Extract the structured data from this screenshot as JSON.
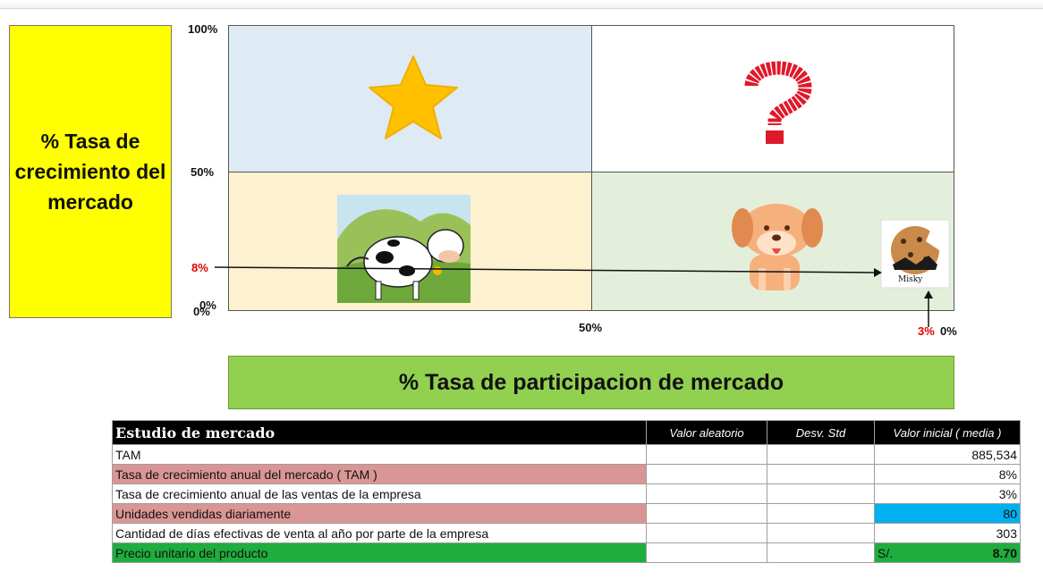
{
  "matrix": {
    "y_axis_title": "% Tasa de crecimiento del mercado",
    "x_axis_title": "% Tasa de participacion de mercado",
    "y_labels": {
      "top": "100%",
      "mid": "50%",
      "bottom": "0%",
      "bottom_overlap": "0%"
    },
    "x_labels": {
      "mid": "50%",
      "right": "0%"
    },
    "point": {
      "growth": "8%",
      "share": "3%"
    },
    "quadrants": [
      "star-icon",
      "question-mark-icon",
      "cow-icon",
      "dog-icon"
    ],
    "product_logo_text": "Misky",
    "colors": {
      "star_bg": "#deeaf4",
      "cow_bg": "#fef1d0",
      "dog_bg": "#e3efdb",
      "ybox": "#ffff00",
      "xbox": "#92d050"
    }
  },
  "table": {
    "headers": [
      "Estudio de mercado",
      "Valor aleatorio",
      "Desv. Std",
      "Valor inicial ( media )"
    ],
    "rows": [
      {
        "label": "TAM",
        "value": "885,534"
      },
      {
        "label": "Tasa de crecimiento anual del mercado ( TAM )",
        "value": "8%"
      },
      {
        "label": "Tasa de crecimiento anual de las ventas de la empresa",
        "value": "3%"
      },
      {
        "label": "Unidades vendidas diariamente",
        "value": "80"
      },
      {
        "label": "Cantidad de días efectivas de venta al año por parte de la empresa",
        "value": "303"
      },
      {
        "label": "Precio unitario del producto",
        "currency": "S/.",
        "value": "8.70"
      }
    ]
  }
}
